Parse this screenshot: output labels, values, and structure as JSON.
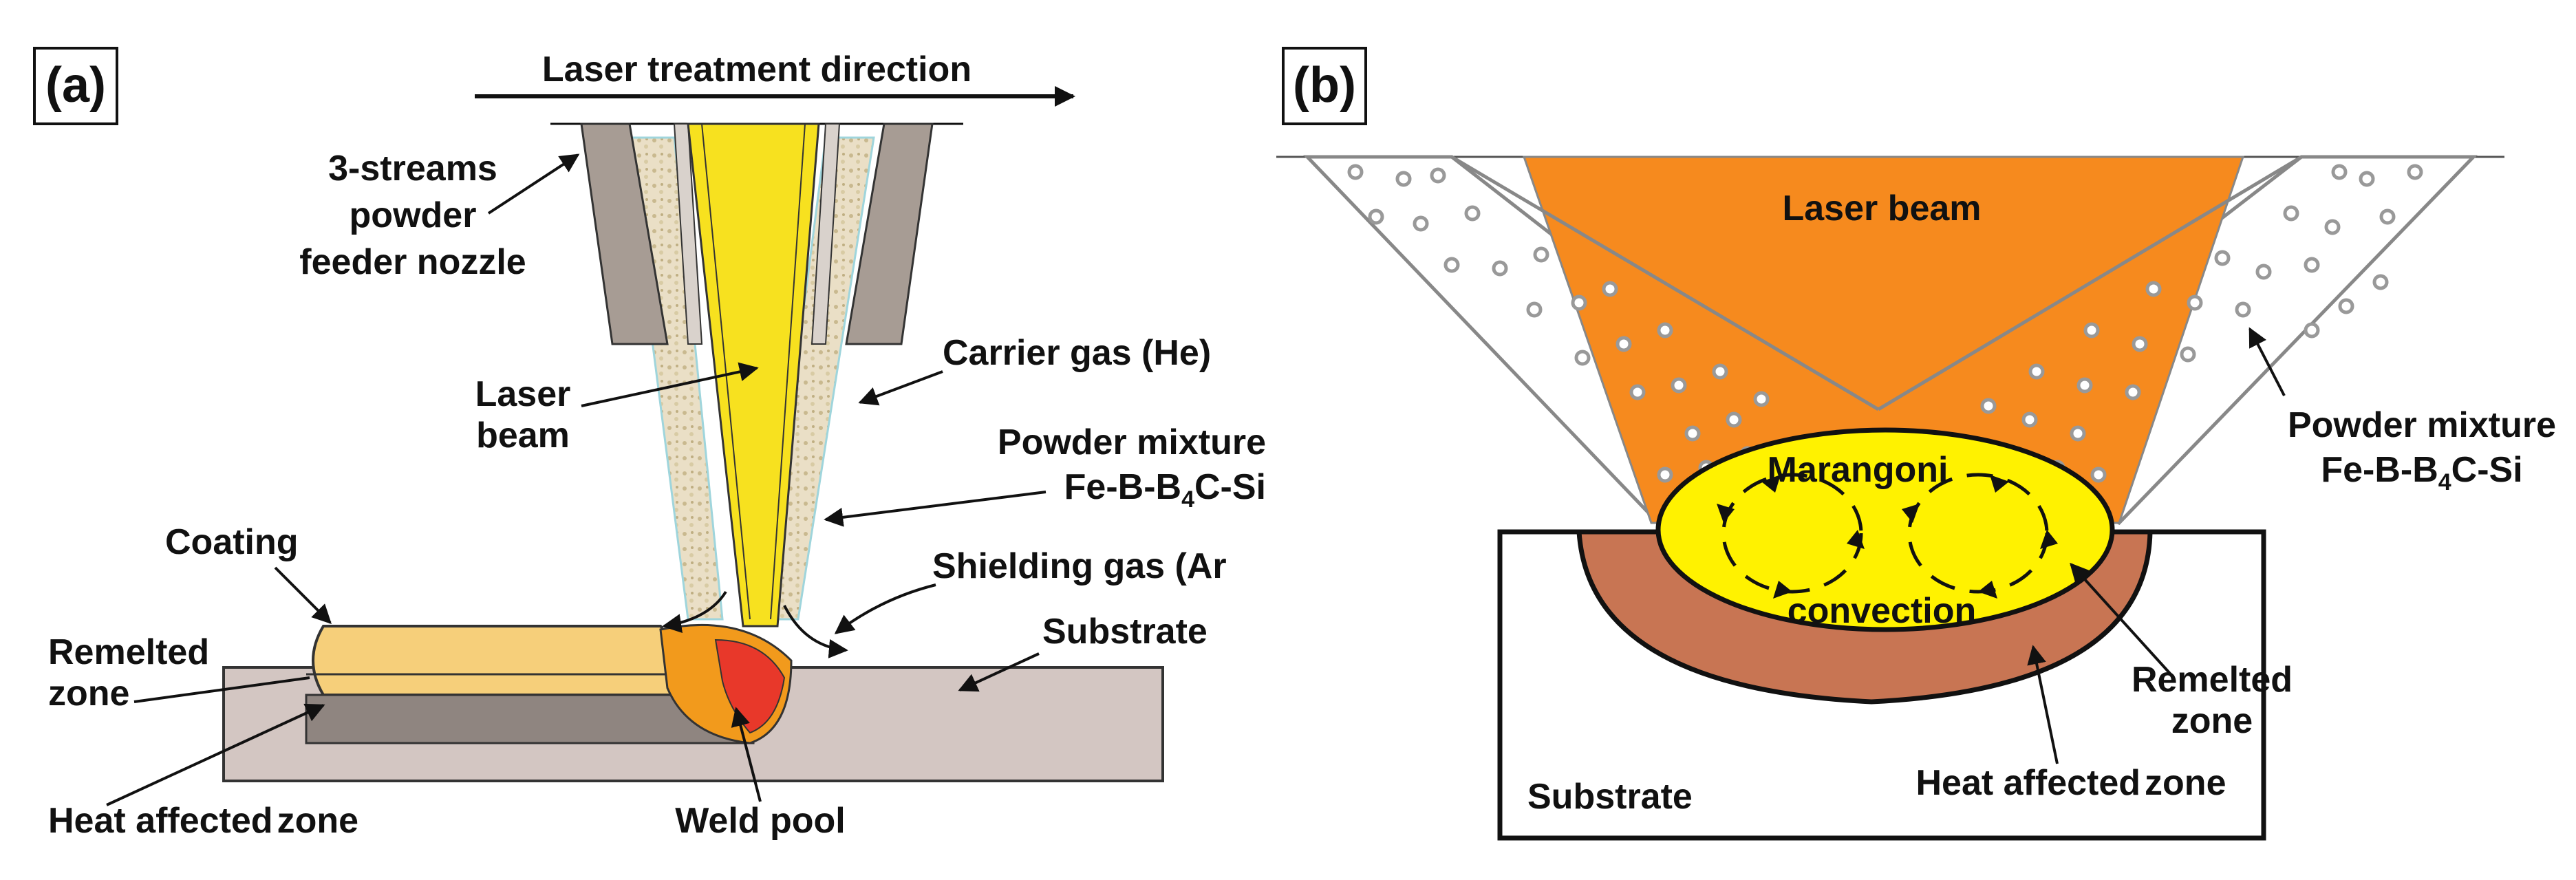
{
  "panel_a": {
    "tag": "(a)",
    "direction_label": "Laser treatment direction",
    "nozzle_label": [
      "3-streams",
      "powder",
      "feeder nozzle"
    ],
    "laser_beam_label": [
      "Laser",
      "beam"
    ],
    "carrier_gas_label": "Carrier gas (He)",
    "powder_label": [
      "Powder mixture",
      "Fe-B-B",
      "4",
      "C-Si"
    ],
    "coating_label": "Coating",
    "shielding_label": "Shielding gas (Ar",
    "substrate_label": "Substrate",
    "remelted_label": [
      "Remelted",
      "zone"
    ],
    "haz_label": [
      "Heat affected",
      "zone"
    ],
    "weld_pool_label": "Weld pool"
  },
  "panel_b": {
    "tag": "(b)",
    "laser_beam_label": "Laser beam",
    "marangoni_label": [
      "Marangoni",
      "convection"
    ],
    "powder_label": [
      "Powder mixture",
      "Fe-B-B",
      "4",
      "C-Si"
    ],
    "remelted_label": [
      "Remelted",
      "zone"
    ],
    "haz_label": [
      "Heat affected",
      "zone"
    ],
    "substrate_label": "Substrate"
  },
  "colors": {
    "laser_yellow": "#f7e11f",
    "laser_orange": "#f68a1e",
    "melt_yellow": "#fff200",
    "remelt_brown": "#c87553",
    "substrate_gray": "#d3c6c2",
    "nozzle_gray": "#a79c94",
    "coating_tan": "#f6cf7a",
    "pool_red": "#e8382a"
  }
}
